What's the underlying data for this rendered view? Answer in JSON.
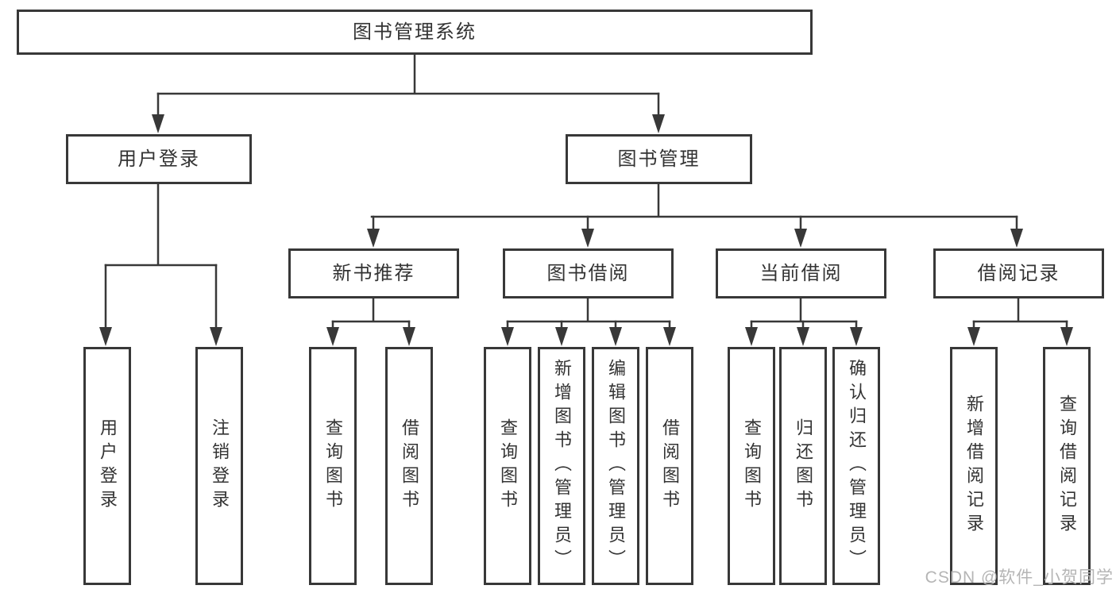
{
  "watermark": "CSDN @软件_小贺同学",
  "colors": {
    "line": "#383838",
    "border": "#383838",
    "text": "#333333",
    "watermark": "#b5b5b5",
    "background": "#ffffff"
  },
  "tree": {
    "label": "图书管理系统",
    "children": [
      {
        "label": "用户登录",
        "children": [
          {
            "label": "用户登录"
          },
          {
            "label": "注销登录"
          }
        ]
      },
      {
        "label": "图书管理",
        "children": [
          {
            "label": "新书推荐",
            "children": [
              {
                "label": "查询图书"
              },
              {
                "label": "借阅图书"
              }
            ]
          },
          {
            "label": "图书借阅",
            "children": [
              {
                "label": "查询图书"
              },
              {
                "label": "新增图书（管理员）"
              },
              {
                "label": "编辑图书（管理员）"
              },
              {
                "label": "借阅图书"
              }
            ]
          },
          {
            "label": "当前借阅",
            "children": [
              {
                "label": "查询图书"
              },
              {
                "label": "归还图书"
              },
              {
                "label": "确认归还（管理员）"
              }
            ]
          },
          {
            "label": "借阅记录",
            "children": [
              {
                "label": "新增借阅记录"
              },
              {
                "label": "查询借阅记录"
              }
            ]
          }
        ]
      }
    ]
  }
}
